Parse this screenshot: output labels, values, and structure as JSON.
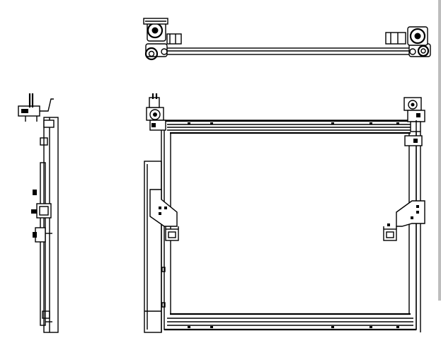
{
  "drawing": {
    "views": [
      "top-view",
      "side-view",
      "front-view"
    ],
    "colors": {
      "line": "#000000",
      "background": "#ffffff",
      "edge-shadow": "#bdbdbd"
    }
  }
}
